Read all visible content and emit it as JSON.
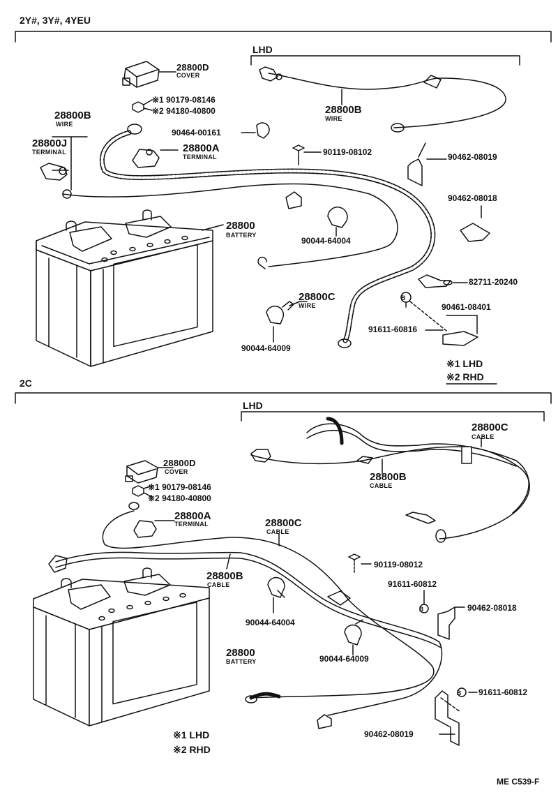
{
  "section1": {
    "title": "2Y#, 3Y#, 4YEU",
    "lhd": "LHD",
    "labels": {
      "cover_pn": "28800D",
      "cover_desc": "COVER",
      "nut1": "※1 90179-08146",
      "nut2": "※2 94180-40800",
      "wire_b_pn": "28800B",
      "wire_b_desc": "WIRE",
      "lhd_wire_b_pn": "28800B",
      "lhd_wire_b_desc": "WIRE",
      "clamp1": "90464-00161",
      "term_j_pn": "28800J",
      "term_j_desc": "TERMINAL",
      "term_a_pn": "28800A",
      "term_a_desc": "TERMINAL",
      "bolt": "90119-08102",
      "bracket1": "90462-08019",
      "bracket2": "90462-08018",
      "battery_pn": "28800",
      "battery_desc": "BATTERY",
      "clamp2": "90044-64004",
      "stay": "82711-20240",
      "wire_c_pn": "28800C",
      "wire_c_desc": "WIRE",
      "bolt2": "90461-08401",
      "bolt3": "91611-60816",
      "clamp3": "90044-64009"
    },
    "legend1": "※1 LHD",
    "legend2": "※2 RHD"
  },
  "section2": {
    "title": "2C",
    "lhd": "LHD",
    "labels": {
      "cable_c_lhd_pn": "28800C",
      "cable_c_lhd_desc": "CABLE",
      "cover_pn": "28800D",
      "cover_desc": "COVER",
      "cable_b_lhd_pn": "28800B",
      "cable_b_lhd_desc": "CABLE",
      "nut1": "※1 90179-08146",
      "nut2": "※2 94180-40800",
      "term_a_pn": "28800A",
      "term_a_desc": "TERMINAL",
      "cable_c_pn": "28800C",
      "cable_c_desc": "CABLE",
      "cable_b_pn": "28800B",
      "cable_b_desc": "CABLE",
      "bolt": "90119-08012",
      "bolt2": "91611-60812",
      "bracket": "90462-08018",
      "clamp1": "90044-64004",
      "clamp2": "90044-64009",
      "battery_pn": "28800",
      "battery_desc": "BATTERY",
      "bolt3": "91611-60812",
      "bracket2": "90462-08019"
    },
    "legend1": "※1 LHD",
    "legend2": "※2 RHD"
  },
  "ref_code": "ME C539-F"
}
